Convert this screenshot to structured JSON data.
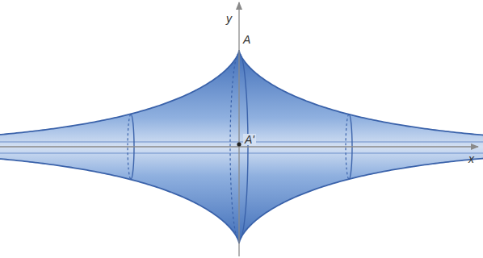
{
  "diagram": {
    "labels": [
      "y",
      "A",
      "A'",
      "x"
    ]
  }
}
